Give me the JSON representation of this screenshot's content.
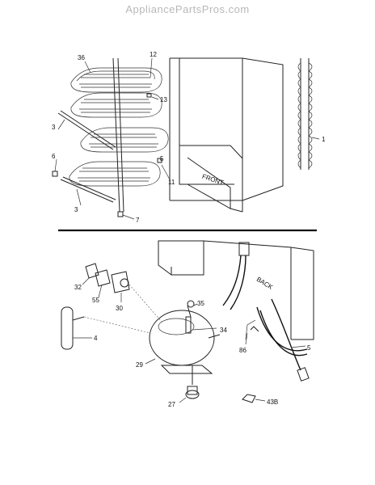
{
  "site": {
    "title": "AppliancePartsPros.com"
  },
  "upper_diagram": {
    "orientation_label": "FRONT",
    "callouts": [
      "36",
      "12",
      "13",
      "3",
      "6",
      "5",
      "11",
      "3",
      "7",
      "1"
    ]
  },
  "lower_diagram": {
    "orientation_label": "BACK",
    "callouts": [
      "32",
      "55",
      "30",
      "35",
      "34",
      "4",
      "86",
      "5",
      "29",
      "27",
      "43B"
    ]
  },
  "colors": {
    "line": "#222222",
    "watermark": "#b8b8b8",
    "divider": "#111111"
  }
}
